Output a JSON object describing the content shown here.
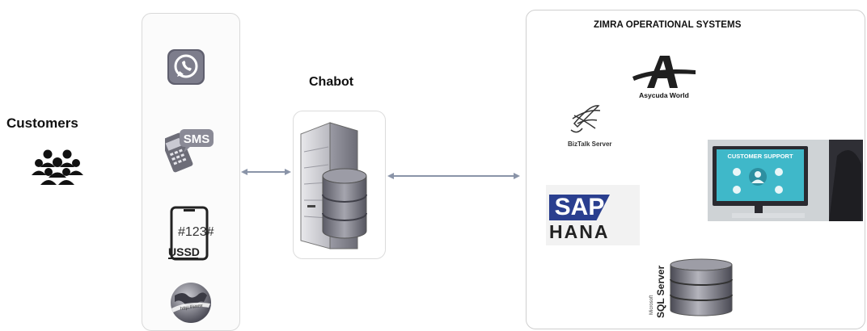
{
  "customers": {
    "label": "Customers",
    "icon": "users-group-icon"
  },
  "channels": [
    {
      "name": "whatsapp",
      "icon": "whatsapp-icon"
    },
    {
      "name": "sms",
      "icon": "sms-phone-icon",
      "text": "SMS"
    },
    {
      "name": "ussd",
      "icon": "ussd-phone-icon",
      "code": "#123#",
      "text": "USSD"
    },
    {
      "name": "web",
      "icon": "globe-www-icon",
      "text": "http://www"
    }
  ],
  "chatbot": {
    "label": "Chabot",
    "icon": "server-database-icon"
  },
  "systems": {
    "title": "ZIMRA OPERATIONAL SYSTEMS",
    "asycuda": {
      "caption": "Asycuda World",
      "icon": "asycuda-logo-icon"
    },
    "biztalk": {
      "caption": "BizTalk Server",
      "icon": "biztalk-logo-icon"
    },
    "sap": {
      "line1": "SAP",
      "line2": "HANA"
    },
    "support": {
      "text": "CUSTOMER SUPPORT",
      "icon": "customer-support-photo-icon"
    },
    "sql": {
      "brand": "Microsoft",
      "caption": "SQL Server",
      "icon": "sql-database-icon"
    }
  },
  "colors": {
    "arrow": "#8a94a8",
    "panel_border": "#d9d9d9",
    "sap_blue": "#2a3f8f",
    "screen_teal": "#3fb8c9"
  }
}
